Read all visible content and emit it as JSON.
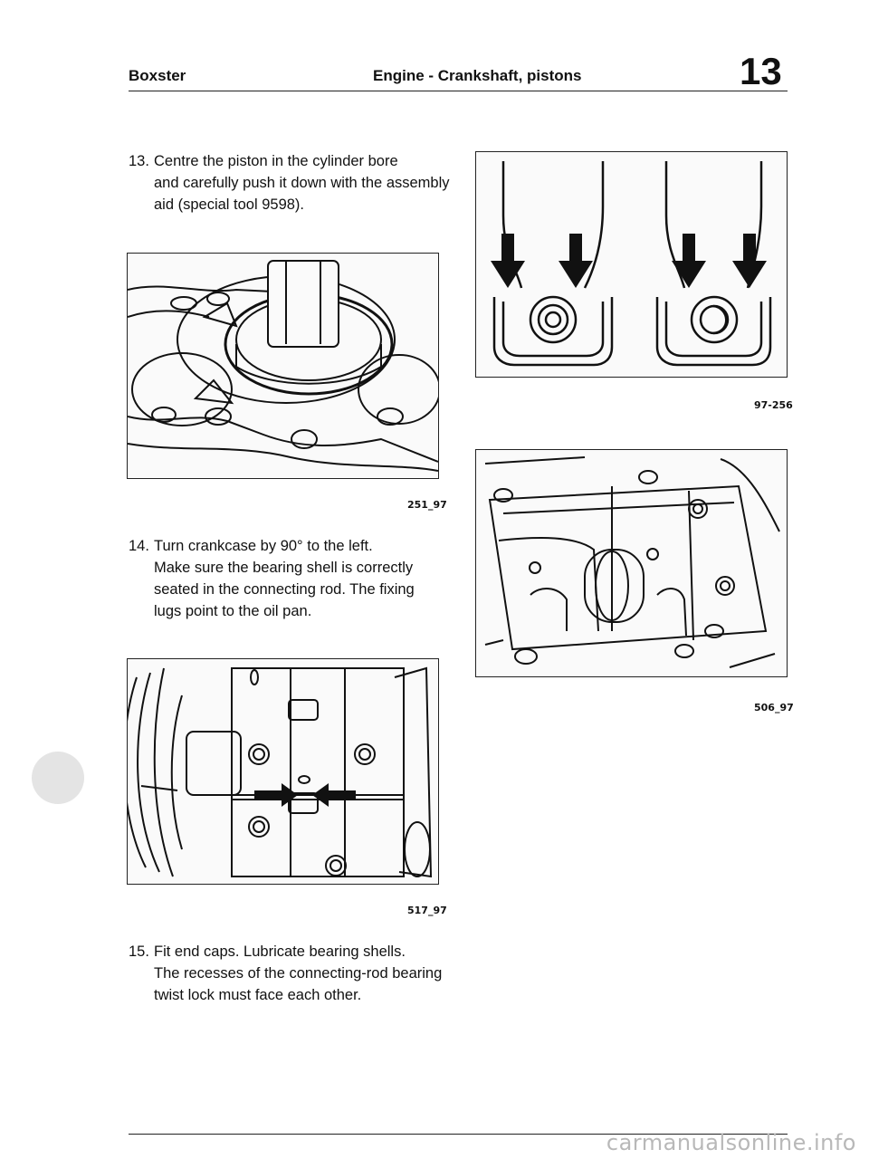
{
  "header": {
    "left": "Boxster",
    "center": "Engine - Crankshaft, pistons",
    "chapter": "13"
  },
  "steps": [
    {
      "number": "13.",
      "lines": [
        "Centre the piston in the cylinder bore",
        "and carefully push it down with the assembly",
        "aid (special tool 9598)."
      ]
    },
    {
      "number": "14.",
      "lines": [
        "Turn crankcase by 90° to the left.",
        "Make sure the bearing shell is correctly",
        "seated in the connecting rod. The fixing",
        "lugs point to the oil pan."
      ]
    },
    {
      "number": "15.",
      "lines": [
        "Fit end caps. Lubricate bearing shells.",
        "The recesses of the connecting-rod bearing",
        "twist lock must face each other."
      ]
    }
  ],
  "figures": {
    "fig_piston": {
      "label": "251_97"
    },
    "fig_crankcase": {
      "label": "517_97"
    },
    "fig_bearing": {
      "label": "97-256"
    },
    "fig_caps": {
      "label": "506_97"
    }
  },
  "footer": {
    "watermark": "carmanualsonline.info"
  }
}
